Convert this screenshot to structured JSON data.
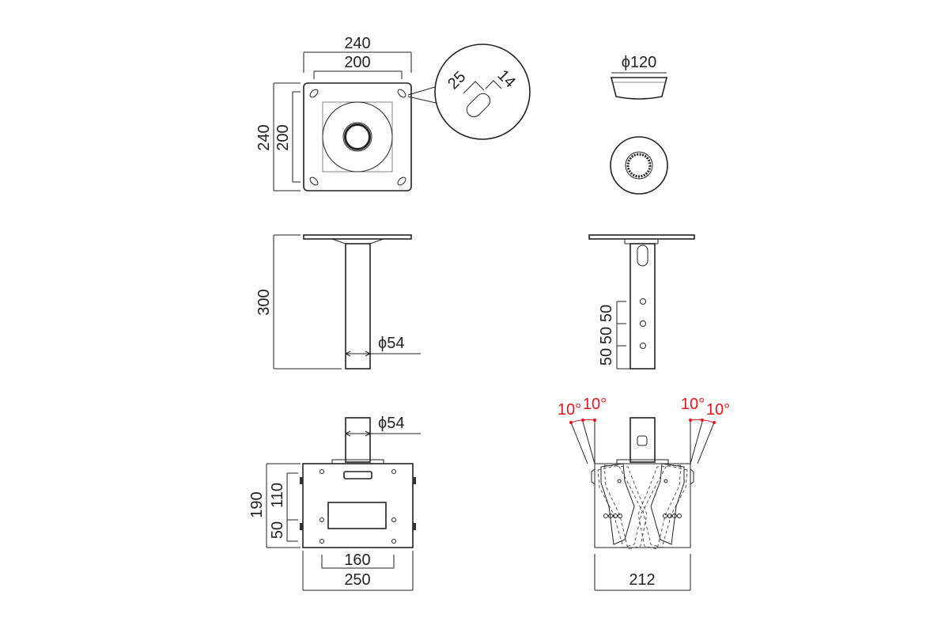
{
  "top_plate": {
    "outer_width": "240",
    "inner_width": "200",
    "outer_height": "240",
    "inner_height": "200"
  },
  "slot_detail": {
    "length": "25",
    "width": "14"
  },
  "cap": {
    "diameter": "ϕ120"
  },
  "pipe": {
    "length": "300",
    "diameter": "ϕ54"
  },
  "hole_spacing": [
    "50",
    "50",
    "50"
  ],
  "bracket": {
    "pipe_diameter": "ϕ54",
    "total_height": "190",
    "upper_height": "110",
    "lower_height": "50",
    "inner_width": "160",
    "outer_width": "250"
  },
  "tilt": {
    "left_angles": [
      "10°",
      "10°"
    ],
    "right_angles": [
      "10°",
      "10°"
    ],
    "width": "212"
  }
}
